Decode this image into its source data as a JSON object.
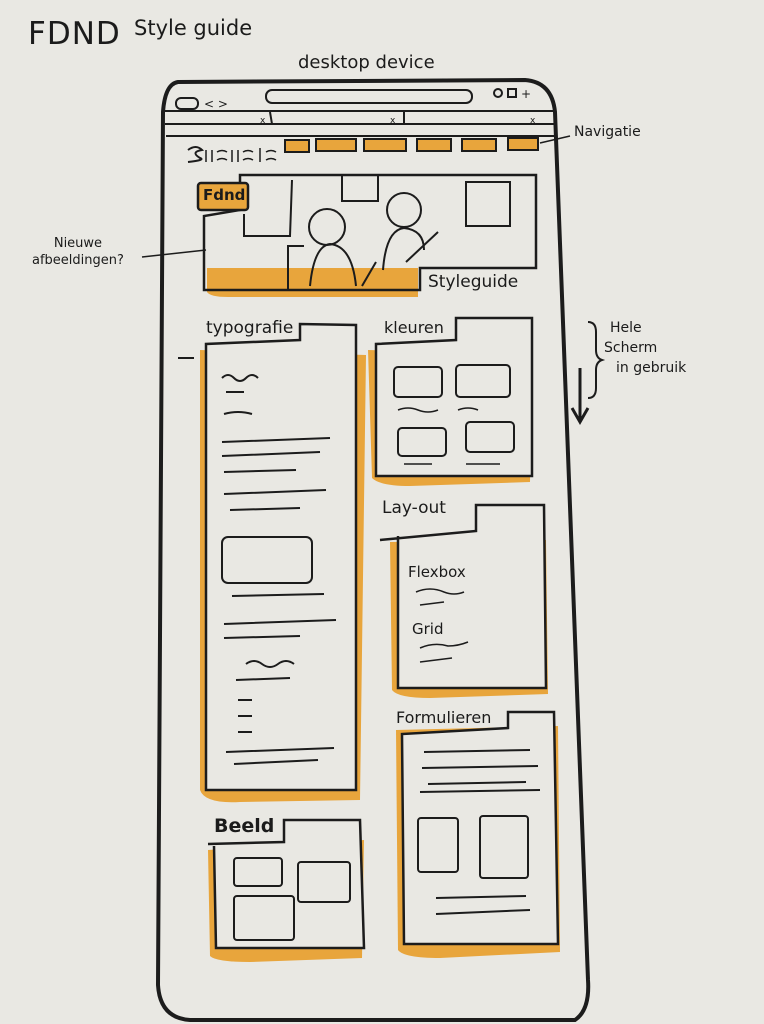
{
  "header": {
    "title": "FDND",
    "subtitle": "Style guide",
    "device_label": "desktop device"
  },
  "annotations": {
    "navigation": "Navigatie",
    "new_images_line1": "Nieuwe",
    "new_images_line2": "afbeeldingen?",
    "full_screen_line1": "Hele",
    "full_screen_line2": "Scherm",
    "full_screen_line3": "in gebruik"
  },
  "hero": {
    "logo_text": "Fdnd",
    "caption": "Styleguide"
  },
  "sections": {
    "typography": "typografie",
    "colors": "kleuren",
    "layout": "Lay-out",
    "layout_items": [
      "Flexbox",
      "Grid"
    ],
    "forms": "Formulieren",
    "image": "Beeld"
  },
  "colors": {
    "accent": "#e8a53c",
    "ink": "#1c1c1c",
    "paper": "#e9e8e3"
  }
}
